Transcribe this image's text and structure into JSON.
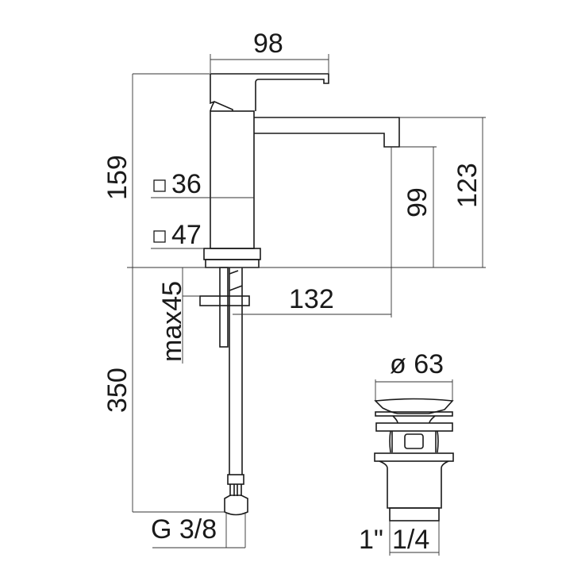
{
  "dimensions": {
    "handle_width": "98",
    "total_height": "159",
    "body_square": "36",
    "base_square": "47",
    "spout_height": "123",
    "outlet_height": "99",
    "spout_reach": "132",
    "max_deck_thickness": "max45",
    "hose_length": "350",
    "hose_thread": "G 3/8",
    "drain_diameter": "ø 63",
    "drain_thread_a": "1\"",
    "drain_thread_b": "1/4"
  }
}
